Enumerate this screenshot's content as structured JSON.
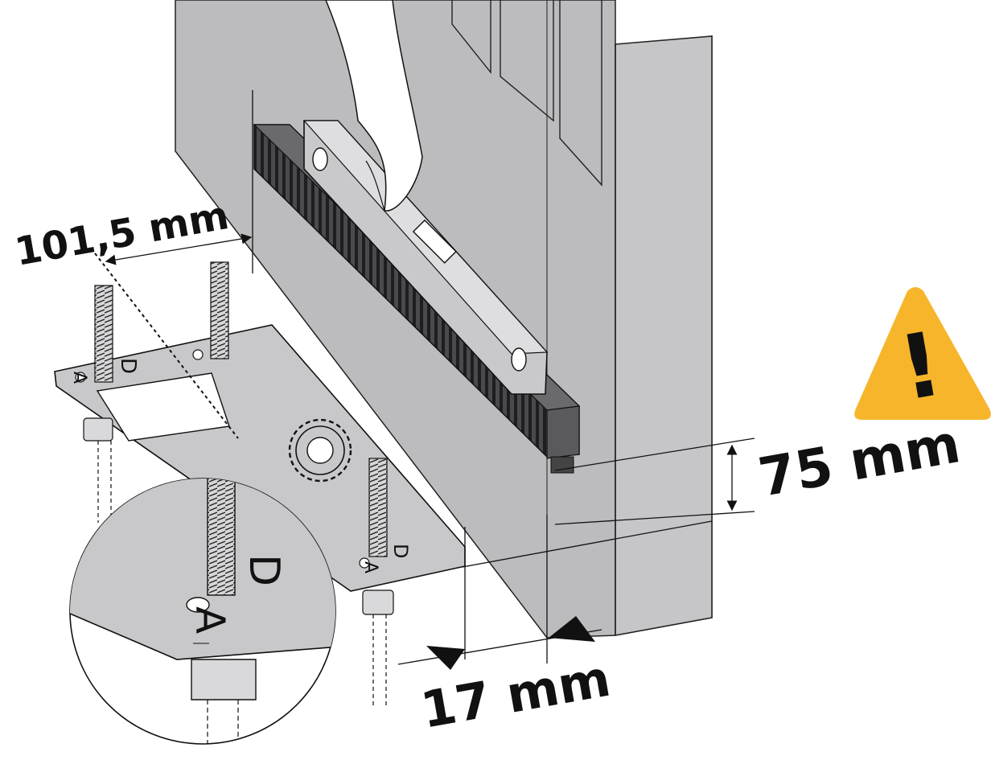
{
  "dimensions": {
    "offset_wall": "101,5 mm",
    "rack_height": "75 mm",
    "plate_offset": "17 mm"
  },
  "plate_markings": {
    "letter_d": "D",
    "letter_a": "A"
  },
  "warning": {
    "symbol": "!",
    "icon": "warning-icon"
  },
  "colors": {
    "gate": "#bcbcbe",
    "rack": "#555557",
    "plate": "#c8c8ca",
    "warning": "#f7b52b",
    "ink": "#111111"
  }
}
